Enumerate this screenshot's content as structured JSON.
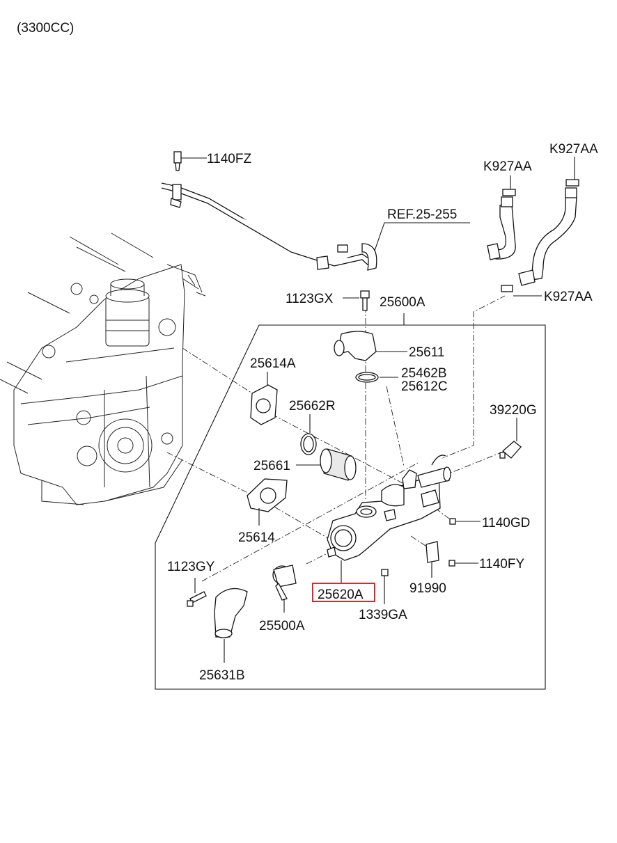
{
  "header": {
    "engine_label": "(3300CC)"
  },
  "labels": {
    "p1140FZ": "1140FZ",
    "pK927AA_top": "K927AA",
    "pK927AA_mid": "K927AA",
    "pK927AA_low": "K927AA",
    "ref": "REF.25-255",
    "p1123GX": "1123GX",
    "p25600A": "25600A",
    "p25611": "25611",
    "p25614A": "25614A",
    "p25462B": "25462B",
    "p25612C": "25612C",
    "p25662R": "25662R",
    "p39220G": "39220G",
    "p25661": "25661",
    "p1140GD": "1140GD",
    "p25614": "25614",
    "p1123GY": "1123GY",
    "p1140FY": "1140FY",
    "p91990": "91990",
    "p25620A": "25620A",
    "p1339GA": "1339GA",
    "p25500A": "25500A",
    "p25631B": "25631B"
  },
  "highlight": {
    "part": "25620A",
    "color": "#e0242c"
  }
}
